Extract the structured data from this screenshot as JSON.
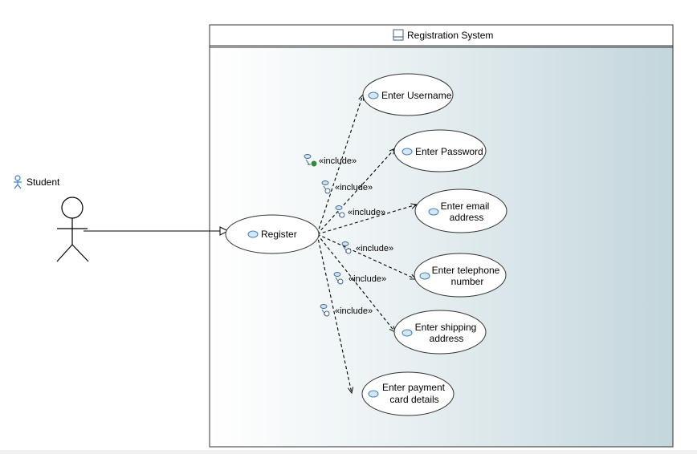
{
  "system": {
    "title": "Registration System"
  },
  "actor": {
    "name": "Student"
  },
  "main_use_case": {
    "label": "Register"
  },
  "use_cases": [
    {
      "lines": [
        "Enter Username"
      ]
    },
    {
      "lines": [
        "Enter Password"
      ]
    },
    {
      "lines": [
        "Enter email",
        "address"
      ]
    },
    {
      "lines": [
        "Enter telephone",
        "number"
      ]
    },
    {
      "lines": [
        "Enter shipping",
        "address"
      ]
    },
    {
      "lines": [
        "Enter payment",
        "card details"
      ]
    }
  ],
  "relationships": [
    {
      "label": "«include»"
    },
    {
      "label": "«include»"
    },
    {
      "label": "«include»"
    },
    {
      "label": "«include»"
    },
    {
      "label": "«include»"
    },
    {
      "label": "«include»"
    }
  ],
  "colors": {
    "boundary_gradient_start": "#ffffff",
    "boundary_gradient_end": "#c3d6dc",
    "use_case_icon": "#3a7dc0",
    "line": "#000000"
  }
}
